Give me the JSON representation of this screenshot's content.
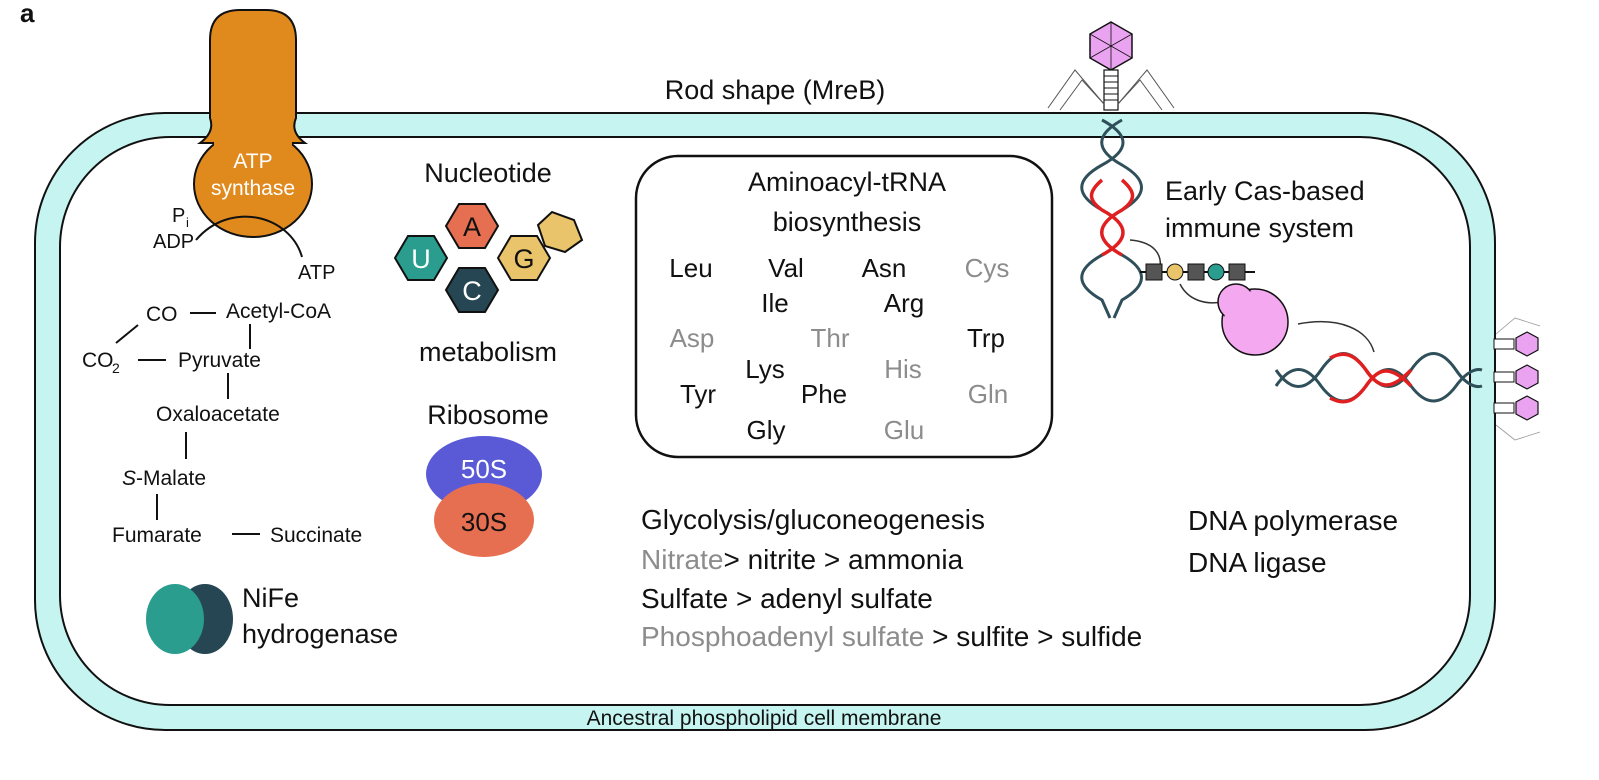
{
  "panel_label": "a",
  "colors": {
    "membrane": "#c6f4f0",
    "atp_synthase": "#e08a1e",
    "nucleotide_A": "#e76f51",
    "nucleotide_G": "#e9c46a",
    "nucleotide_U": "#2a9d8f",
    "nucleotide_C": "#264653",
    "ribosome_50S": "#5a5ad6",
    "ribosome_30S": "#e76f51",
    "hydrogenase_light": "#2a9d8f",
    "hydrogenase_dark": "#264653",
    "cas_protein": "#f4a8f0",
    "phage": "#e9a3f0",
    "dna_strand": "#2f4f5a",
    "dna_edit": "#e02020",
    "absent_text": "#8c8c8c"
  },
  "icons": [
    "atp-synthase-icon",
    "nucleotide-hexagon-icon",
    "ribosome-icon",
    "hydrogenase-icon",
    "bacteriophage-icon",
    "dna-helix-icon",
    "crispr-array-icon",
    "cas-protein-icon"
  ],
  "membrane": {
    "label": "Ancestral phospholipid cell membrane",
    "rod_shape": "Rod shape (MreB)"
  },
  "atp_synthase": {
    "line1": "ATP",
    "line2": "synthase",
    "pi": "P",
    "pi_sub": "i",
    "adp": "ADP",
    "atp": "ATP"
  },
  "pathway": {
    "co": "CO",
    "co2": "CO",
    "co2_sub": "2",
    "acetyl_coa": "Acetyl-CoA",
    "pyruvate": "Pyruvate",
    "oxaloacetate": "Oxaloacetate",
    "malate_prefix": "S",
    "malate": "-Malate",
    "fumarate": "Fumarate",
    "succinate": "Succinate"
  },
  "nucleotide": {
    "title": "Nucleotide",
    "subtitle": "metabolism",
    "bases": [
      "A",
      "U",
      "C",
      "G"
    ]
  },
  "ribosome": {
    "title": "Ribosome",
    "large": "50S",
    "small": "30S"
  },
  "hydrogenase": {
    "line1": "NiFe",
    "line2": "hydrogenase"
  },
  "trna": {
    "title1": "Aminoacyl-tRNA",
    "title2": "biosynthesis",
    "present": [
      "Leu",
      "Val",
      "Asn",
      "Ile",
      "Arg",
      "Trp",
      "Lys",
      "Tyr",
      "Phe",
      "Gly"
    ],
    "absent": [
      "Cys",
      "Asp",
      "Thr",
      "His",
      "Gln",
      "Glu"
    ]
  },
  "metabolism": {
    "glycolysis": "Glycolysis/gluconeogenesis",
    "nitrate": "Nitrate",
    "nitrate_rest": "> nitrite > ammonia",
    "sulfate": "Sulfate > adenyl sulfate",
    "phosphoadenyl": "Phosphoadenyl sulfate",
    "phosphoadenyl_rest": " > sulfite > sulfide"
  },
  "cas": {
    "line1": "Early Cas-based",
    "line2": "immune system"
  },
  "dna": {
    "polymerase": "DNA polymerase",
    "ligase": "DNA ligase"
  }
}
